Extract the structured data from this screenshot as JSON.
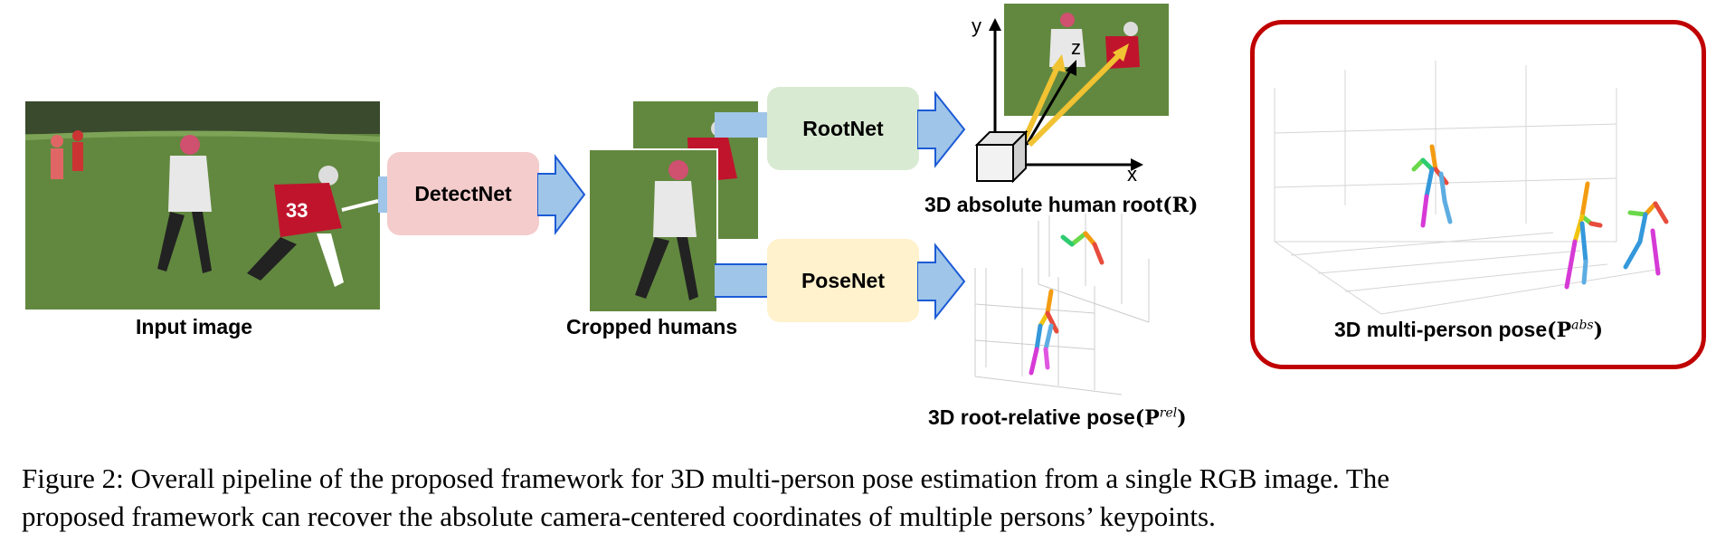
{
  "figure": {
    "input_label": "Input image",
    "cropped_label": "Cropped humans",
    "detectnet_label": "DetectNet",
    "rootnet_label": "RootNet",
    "posenet_label": "PoseNet",
    "root_output_text": "3D absolute human root",
    "root_output_math": "(R)",
    "rel_output_text": "3D root-relative pose",
    "rel_output_math": "(P",
    "rel_output_sup": "rel",
    "abs_output_text": "3D multi-person pose",
    "abs_output_math": "(P",
    "abs_output_sup": "abs",
    "axis_x": "x",
    "axis_y": "y",
    "axis_z": "z",
    "jersey_number": "33"
  },
  "caption": {
    "line1": "Figure 2: Overall pipeline of the proposed framework for 3D multi-person pose estimation from a single RGB image. The",
    "line2": "proposed framework can recover the absolute camera-centered coordinates of multiple persons’ keypoints."
  },
  "colors": {
    "detectnet_fill": "#f4cccc",
    "rootnet_fill": "#d9ead3",
    "posenet_fill": "#fff2cc",
    "arrow_fill": "#9fc5e8",
    "arrow_stroke": "#1c5bd6",
    "abs_border": "#c00000",
    "root_arrow": "#f1c232"
  }
}
